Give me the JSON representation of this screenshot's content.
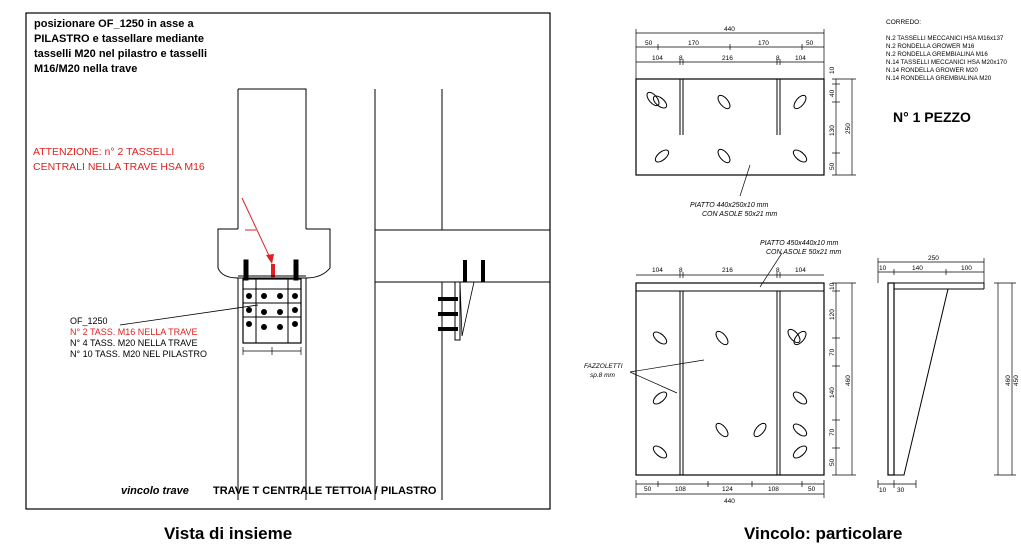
{
  "left_panel": {
    "instruction_lines": [
      "posizionare OF_1250 in asse a",
      "PILASTRO e tassellare mediante",
      "tasselli M20 nel pilastro e tasselli",
      "M16/M20 nella trave"
    ],
    "warning_lines": [
      "ATTENZIONE: n° 2 TASSELLI",
      "CENTRALI NELLA TRAVE HSA M16"
    ],
    "legend_title": "OF_1250",
    "legend_lines": [
      "N° 2 TASS. M16 NELLA TRAVE",
      "N° 4 TASS. M20 NELLA TRAVE",
      "N° 10 TASS. M20 NEL PILASTRO"
    ],
    "footer_prefix": "vincolo trave",
    "footer_main": "TRAVE T CENTRALE TETTOIA / PILASTRO",
    "caption": "Vista di insieme"
  },
  "right_panel": {
    "corredo_title": "CORREDO:",
    "corredo_lines": [
      "N.2 TASSELLI MECCANICI HSA M16x137",
      "N.2 RONDELLA GROWER M16",
      "N.2 RONDELLA GREMBIALINA M16",
      "N.14 TASSELLI MECCANICI HSA M20x170",
      "N.14 RONDELLA GROWER M20",
      "N.14 RONDELLA GREMBIALINA M20"
    ],
    "pieces": "N° 1 PEZZO",
    "plate1_label": [
      "PIATTO 440x250x10 mm",
      "CON ASOLE 50x21 mm"
    ],
    "plate2_label": [
      "PIATTO 450x440x10 mm",
      "CON ASOLE 50x21 mm"
    ],
    "gusset_label": [
      "FAZZOLETTI",
      "sp.8 mm"
    ],
    "dims": {
      "top_total": "440",
      "top_row1": [
        "50",
        "170",
        "170",
        "50"
      ],
      "top_row2": [
        "104",
        "8",
        "216",
        "8",
        "104"
      ],
      "plate1_side": [
        "10",
        "40",
        "130",
        "50"
      ],
      "plate1_side_total": "250",
      "plate2_top": [
        "104",
        "8",
        "216",
        "8",
        "104"
      ],
      "plate2_side": [
        "10",
        "120",
        "70",
        "140",
        "70",
        "50"
      ],
      "plate2_side_total": "460",
      "plate2_bottom": [
        "50",
        "108",
        "124",
        "108",
        "50"
      ],
      "plate2_bottom_total": "440",
      "side_top_total": "250",
      "side_top": [
        "10",
        "140",
        "100"
      ],
      "side_height": [
        "460",
        "450"
      ],
      "side_bottom": [
        "10",
        "30"
      ]
    },
    "caption": "Vincolo: particolare"
  }
}
